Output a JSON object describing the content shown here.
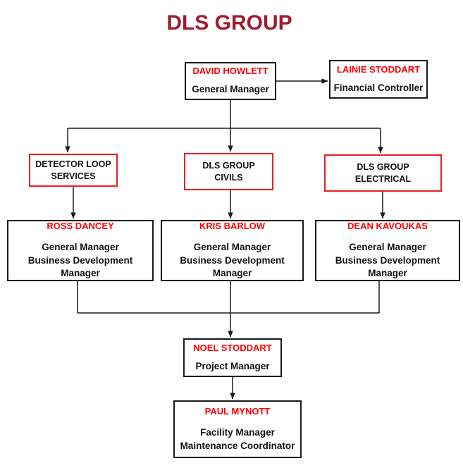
{
  "title": "DLS GROUP",
  "colors": {
    "title_red": "#9E1B2D",
    "name_red": "#FF0000",
    "border_red": "#ED1C24",
    "line_black": "#1a1a1a",
    "bg": "#ffffff"
  },
  "nodes": {
    "david_howlett": {
      "name": "DAVID HOWLETT",
      "roles": [
        "General Manager"
      ]
    },
    "lainie_stoddart": {
      "name": "LAINIE STODDART",
      "roles": [
        "Financial Controller"
      ]
    },
    "detector_loop_services": {
      "line1": "DETECTOR LOOP",
      "line2": "SERVICES"
    },
    "dls_group_civils": {
      "line1": "DLS GROUP",
      "line2": "CIVILS"
    },
    "dls_group_electrical": {
      "line1": "DLS GROUP",
      "line2": "ELECTRICAL"
    },
    "ross_dancey": {
      "name": "ROSS DANCEY",
      "roles": [
        "General Manager",
        "Business Development Manager"
      ]
    },
    "kris_barlow": {
      "name": "KRIS BARLOW",
      "roles": [
        "General Manager",
        "Business Development Manager"
      ]
    },
    "dean_kavoukas": {
      "name": "DEAN KAVOUKAS",
      "roles": [
        "General Manager",
        "Business Development Manager"
      ]
    },
    "noel_stoddart": {
      "name": "NOEL STODDART",
      "roles": [
        "Project Manager"
      ]
    },
    "paul_mynott": {
      "name": "PAUL MYNOTT",
      "roles": [
        "Facility Manager",
        "Maintenance Coordinator"
      ]
    }
  }
}
